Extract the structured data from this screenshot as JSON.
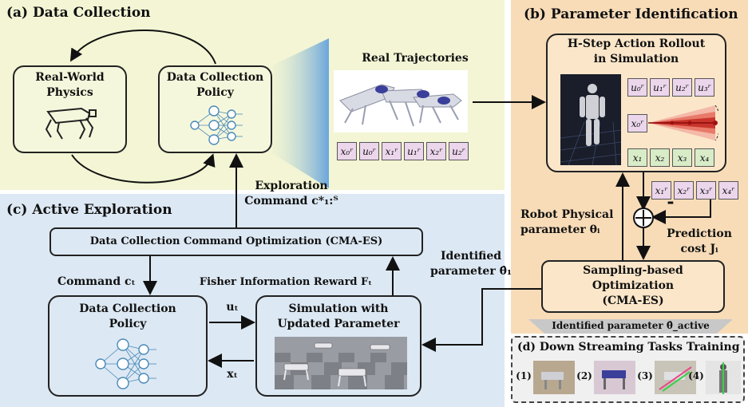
{
  "panel_a": {
    "title": "(a) Data Collection",
    "real_world": "Real-World\nPhysics",
    "policy": "Data Collection\nPolicy",
    "real_traj_label": "Real Trajectories",
    "tokens": [
      "x₀ʳ",
      "u₀ʳ",
      "x₁ʳ",
      "u₁ʳ",
      "x₂ʳ",
      "u₂ʳ"
    ]
  },
  "panel_b": {
    "title": "(b) Parameter Identification",
    "rollout": "H-Step Action Rollout\nin Simulation",
    "u_tokens": [
      "u₀ʳ",
      "u₁ʳ",
      "u₂ʳ",
      "u₃ʳ"
    ],
    "x0_token": "x₀ʳ",
    "x_sim_tokens": [
      "x₁",
      "x₂",
      "x₃",
      "x₄"
    ],
    "x_real_tokens": [
      "x₁ʳ",
      "x₂ʳ",
      "x₃ʳ",
      "x₄ʳ"
    ],
    "robot_param": "Robot Physical\nparameter θᵢ",
    "minus": "-",
    "prediction_cost": "Prediction\ncost Jᵢ",
    "sampling_opt": "Sampling-based\nOptimization\n(CMA-ES)",
    "identified_active": "Identified parameter θ̂_active"
  },
  "panel_c": {
    "title": "(c) Active Exploration",
    "exploration_cmd": "Exploration\nCommand c*₁:ᵀ",
    "cma_box": "Data Collection Command Optimization (CMA-ES)",
    "command": "Command cₜ",
    "fisher": "Fisher Information Reward Fₜ",
    "identified": "Identified\nparameter θ̂₁",
    "policy": "Data Collection\nPolicy",
    "sim": "Simulation with\nUpdated Parameter",
    "u_t": "uₜ",
    "x_t": "xₜ"
  },
  "panel_d": {
    "title": "(d) Down Streaming Tasks Training",
    "items": [
      "(1)",
      "(2)",
      "(3)",
      "(4)"
    ]
  },
  "colors": {
    "panel_a_bg": "#f3f5d4",
    "panel_b_bg": "#f8dcb8",
    "panel_c_bg": "#dce8f3",
    "panel_d_bg": "#f0f0f0",
    "token_pink": "#ecd6ec",
    "token_green": "#d8ecc8"
  }
}
